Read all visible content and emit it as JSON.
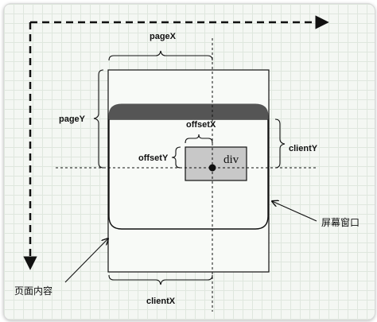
{
  "diagram": {
    "labels": {
      "pageX": "pageX",
      "pageY": "pageY",
      "offsetX": "offsetX",
      "offsetY": "offsetY",
      "clientX": "clientX",
      "clientY": "clientY",
      "div": "div",
      "screen_window": "屏幕窗口",
      "page_content": "页面内容"
    },
    "colors": {
      "window_header": "#555555",
      "div_fill": "#c8c8c8",
      "line": "#111111"
    }
  }
}
